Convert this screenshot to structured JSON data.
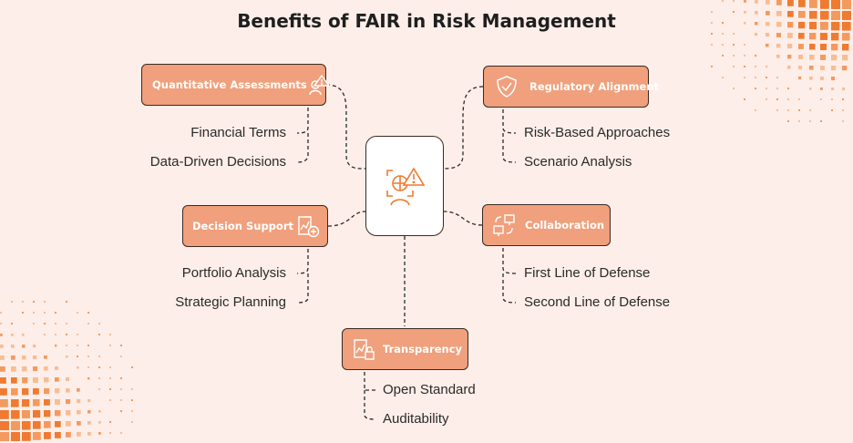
{
  "title": "Benefits of FAIR in Risk Management",
  "colors": {
    "box_fill": "#f0a07c",
    "accent": "#f07a30",
    "background": "#fdeee9"
  },
  "nodes": {
    "quantitative": {
      "label": "Quantitative Assessments",
      "icon": "person-warning-icon",
      "items": [
        "Financial Terms",
        "Data-Driven Decisions"
      ]
    },
    "regulatory": {
      "label": "Regulatory Alignment",
      "icon": "shield-check-icon",
      "items": [
        "Risk-Based Approaches",
        "Scenario Analysis"
      ]
    },
    "decision": {
      "label": "Decision Support",
      "icon": "chart-plus-icon",
      "items": [
        "Portfolio Analysis",
        "Strategic Planning"
      ]
    },
    "collaboration": {
      "label": "Collaboration",
      "icon": "monitors-sync-icon",
      "items": [
        "First Line of Defense",
        "Second Line of Defense"
      ]
    },
    "transparency": {
      "label": "Transparency",
      "icon": "chart-lock-icon",
      "items": [
        "Open Standard",
        "Auditability"
      ]
    }
  },
  "center_icon": "risk-analysis-icon"
}
